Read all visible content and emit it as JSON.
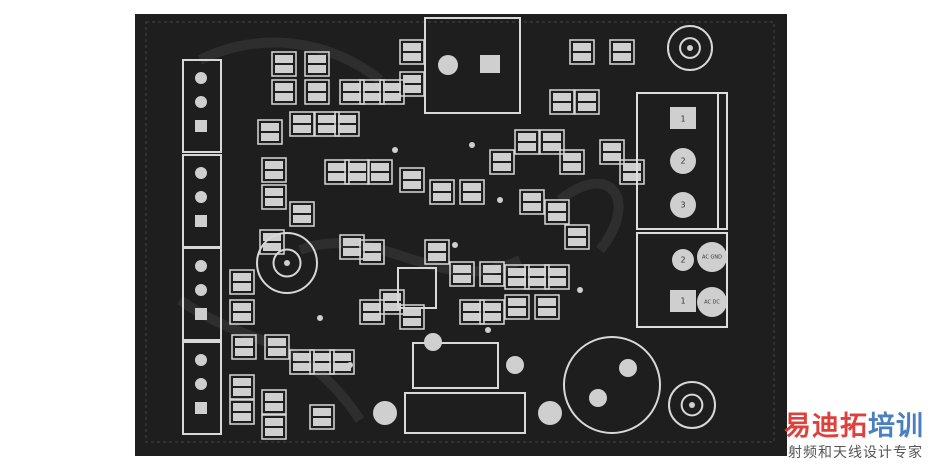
{
  "board": {
    "background": "#1e1e1e",
    "silkscreen": "#d8d8d8",
    "pad": "#cfcfcf"
  },
  "terminal_block_top": {
    "pins": [
      "1",
      "2",
      "3"
    ]
  },
  "terminal_block_bottom": {
    "pins": [
      "2",
      "1"
    ],
    "side_labels": [
      "AC GND",
      "AC DC"
    ]
  },
  "watermark": {
    "title_red": "易迪拓",
    "title_blue": "培训",
    "subtitle": "射频和天线设计专家"
  }
}
